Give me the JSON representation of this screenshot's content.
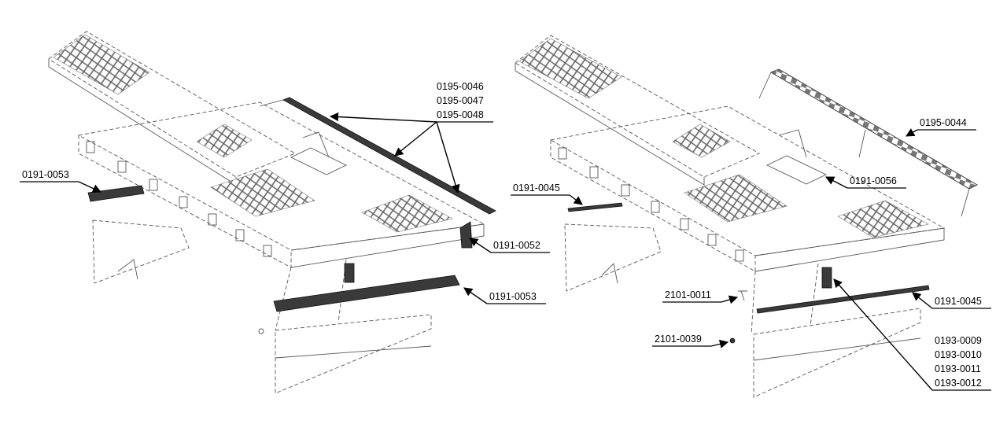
{
  "diagram": {
    "left_panel": {
      "labels": {
        "rail": [
          "0195-0046",
          "0195-0047",
          "0195-0048"
        ],
        "step_top": "0191-0053",
        "bracket": "0191-0052",
        "step_bottom": "0191-0053"
      }
    },
    "right_panel": {
      "labels": {
        "guard_rail": "0195-0044",
        "plate_top": "0191-0045",
        "hinge": "0191-0056",
        "bolt": "2101-0011",
        "nut": "2101-0039",
        "plate_bottom": "0191-0045",
        "clamp": [
          "0193-0009",
          "0193-0010",
          "0193-0011",
          "0193-0012"
        ]
      }
    }
  }
}
